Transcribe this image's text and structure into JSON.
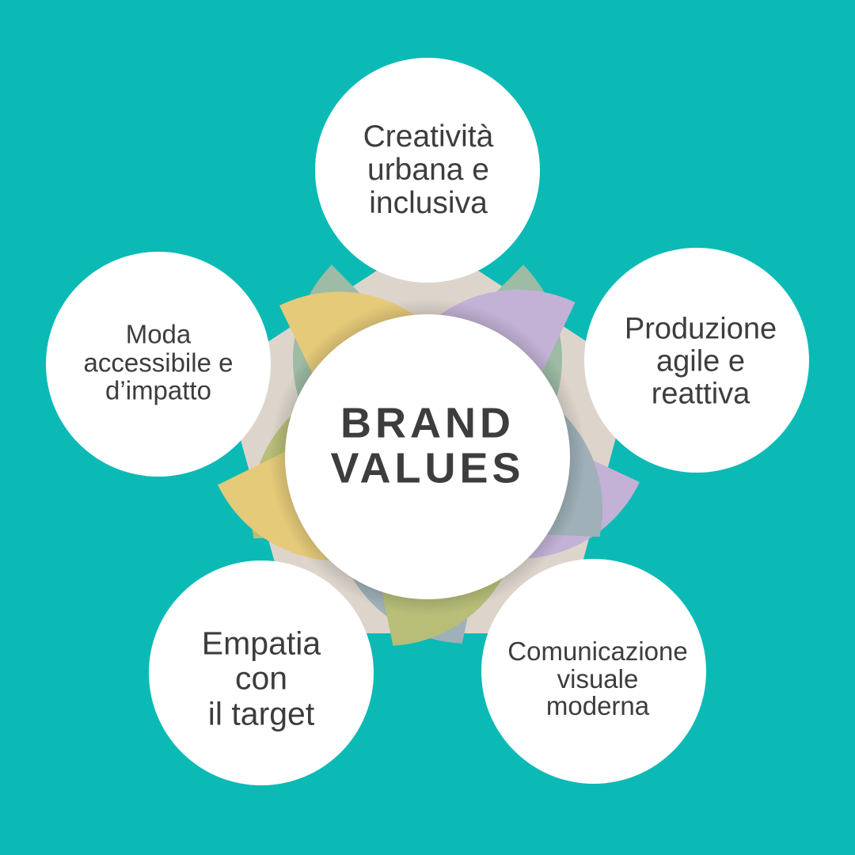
{
  "center": {
    "line1": "BRAND",
    "line2": "VALUES"
  },
  "colors": {
    "background": "#0bbab5",
    "pentagon": "#ddd5cc"
  },
  "values": [
    {
      "lines": [
        "Creatività",
        "urbana e",
        "inclusiva"
      ],
      "color": "#9dbba5"
    },
    {
      "lines": [
        "Produzione",
        "agile e",
        "reattiva"
      ],
      "color": "#c3b2d6"
    },
    {
      "lines": [
        "Comunicazione",
        "visuale",
        "moderna"
      ],
      "color": "#9fb0b8"
    },
    {
      "lines": [
        "Empatia",
        "con",
        "il target"
      ],
      "color": "#b8be78"
    },
    {
      "lines": [
        "Moda",
        "accessibile e",
        "d’impatto"
      ],
      "color": "#e5ca7a"
    }
  ]
}
